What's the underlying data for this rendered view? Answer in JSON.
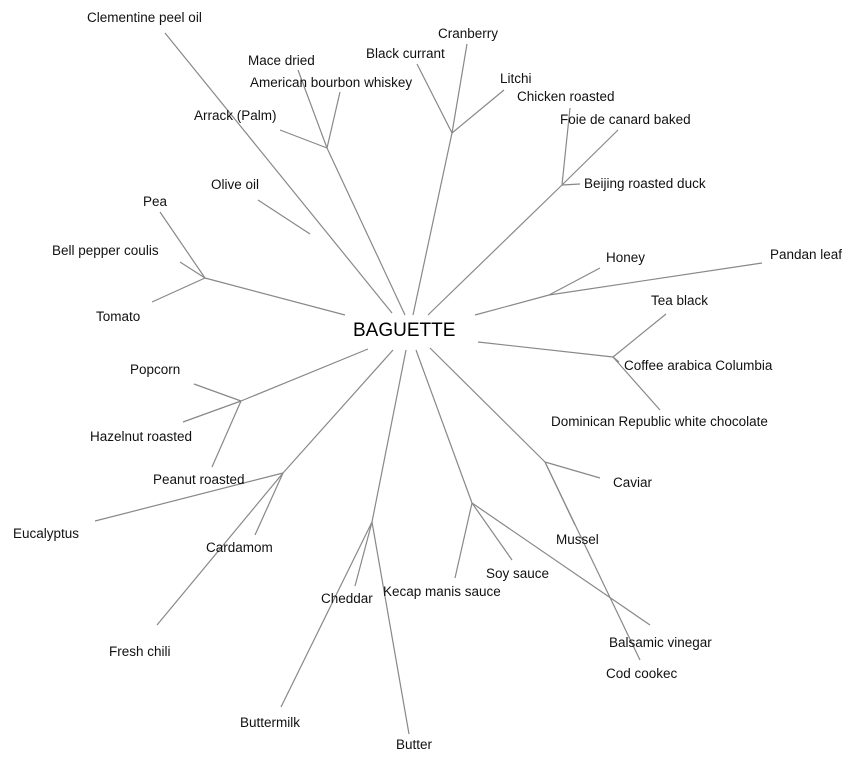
{
  "root": "BAGUETTE",
  "labels": {
    "clementine": "Clementine peel oil",
    "mace": "Mace dried",
    "american": "American bourbon whiskey",
    "black_currant": "Black currant",
    "cranberry": "Cranberry",
    "litchi": "Litchi",
    "chicken": "Chicken roasted",
    "foie": "Foie de canard baked",
    "arrack": "Arrack (Palm)",
    "beijing": "Beijing roasted duck",
    "olive": "Olive oil",
    "pea": "Pea",
    "bell_pepper": "Bell pepper coulis",
    "honey": "Honey",
    "pandan": "Pandan leaf",
    "tomato": "Tomato",
    "tea": "Tea black",
    "coffee": "Coffee arabica Columbia",
    "popcorn": "Popcorn",
    "dominican": "Dominican Republic white chocolate",
    "hazelnut": "Hazelnut roasted",
    "peanut": "Peanut roasted",
    "caviar": "Caviar",
    "eucalyptus": "Eucalyptus",
    "mussel": "Mussel",
    "cardamom": "Cardamom",
    "soy": "Soy sauce",
    "kecap": "Kecap manis sauce",
    "cheddar": "Cheddar",
    "balsamic": "Balsamic vinegar",
    "fresh_chili": "Fresh chili",
    "cod": "Cod cookec",
    "buttermilk": "Buttermilk",
    "butter": "Butter"
  }
}
